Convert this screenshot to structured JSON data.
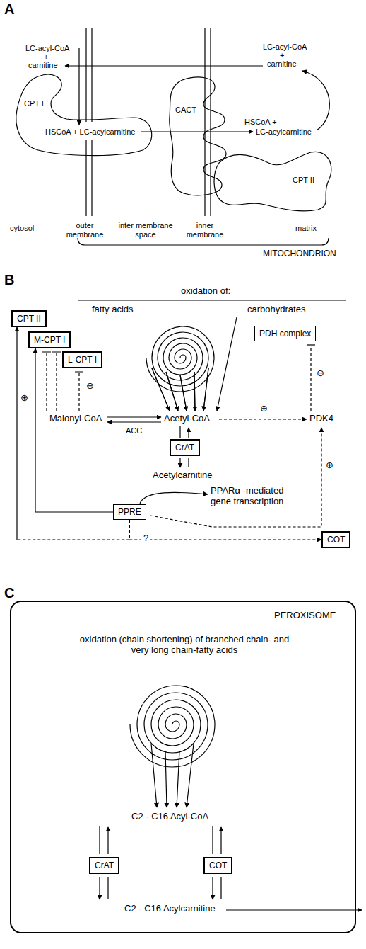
{
  "diagram": {
    "nodes": [
      {
        "text": [
          "CPT I"
        ]
      },
      {
        "text": [
          "CACT"
        ]
      },
      {
        "text": [
          "CPT II"
        ]
      },
      {
        "text": [
          "CPT II"
        ]
      },
      {
        "text": [
          "PDH complex"
        ]
      },
      {
        "text": [
          "M-CPT I"
        ]
      },
      {
        "text": [
          "L-CPT I"
        ]
      },
      {
        "text": [
          "CrAT"
        ]
      },
      {
        "text": [
          "PPRE"
        ]
      },
      {
        "text": [
          "COT"
        ]
      },
      {
        "text": [
          "PEROXISOME",
          "oxidation (chain shortening) of branched chain- and very long chain-fatty acids",
          "C2 - C16 Acyl-CoA",
          "C2 - C16 Acylcarnitine"
        ]
      },
      {
        "text": [
          "CrAT"
        ],
        "in": 10
      },
      {
        "text": [
          "COT"
        ],
        "in": 10
      }
    ],
    "edges": [
      {
        "from": 8,
        "to": 5,
        "arrow": "to"
      },
      {
        "from": 8,
        "to": 3,
        "arrow": "to"
      },
      {
        "from": 8,
        "to": 9,
        "arrow": "to"
      }
    ],
    "labels": [
      "A",
      "LC-acyl-CoA",
      "+",
      "carnitine",
      "HSCoA + LC-acylcarnitine",
      "LC-acyl-CoA",
      "+",
      "carnitine",
      "HSCoA +",
      "LC-acylcarnitine",
      "cytosol",
      "outer membrane",
      "inter membrane space",
      "inner membrane",
      "matrix",
      "MITOCHONDRION",
      "B",
      "oxidation of:",
      "fatty acids",
      "carbohydrates",
      "Malonyl-CoA",
      "ACC",
      "Acetyl-CoA",
      "PDK4",
      "Acetylcarnitine",
      "PPARα -mediated gene transcription",
      "?",
      "⊕",
      "⊖",
      "⊕",
      "⊖",
      "⊕",
      "C"
    ]
  }
}
